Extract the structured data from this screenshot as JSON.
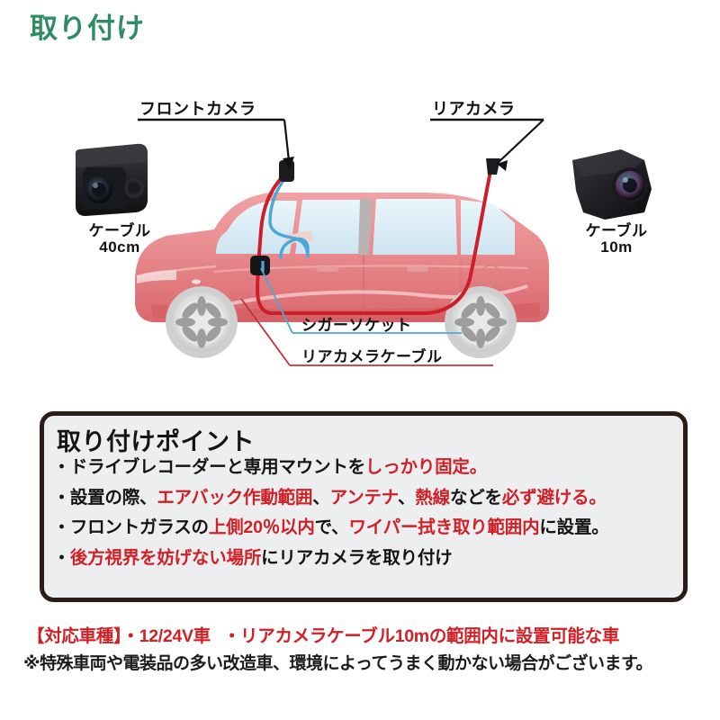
{
  "page": {
    "title": "取り付け",
    "title_color": "#2e8b62",
    "background": "#ffffff"
  },
  "diagram": {
    "labels": {
      "front_camera": "フロントカメラ",
      "rear_camera": "リアカメラ",
      "front_cable_name": "ケーブル",
      "front_cable_length": "40cm",
      "rear_cable_name": "ケーブル",
      "rear_cable_length": "10m",
      "cigar_socket": "シガーソケット",
      "rear_camera_cable": "リアカメラケーブル"
    },
    "colors": {
      "car_body": "#e8868a",
      "car_body_dark": "#d9676d",
      "glass": "#d9ecf5",
      "wheel": "#e3e3e3",
      "wheel_spoke": "#9d9d9d",
      "rear_cable_line": "#cc1f2a",
      "socket_cable_line": "#4aa8d8",
      "camera_body": "#232326",
      "leader_line": "#111111"
    }
  },
  "info_box": {
    "heading": "取り付けポイント",
    "border_color": "#2b1c18",
    "background": "#eceef0",
    "highlight_color": "#d12026",
    "bullets": [
      {
        "marker": "・",
        "segments": [
          {
            "text": "ドライブレコーダーと専用マウントを",
            "highlight": false
          },
          {
            "text": "しっかり固定。",
            "highlight": true
          }
        ]
      },
      {
        "marker": "・",
        "segments": [
          {
            "text": "設置の際、",
            "highlight": false
          },
          {
            "text": "エアバック作動範囲",
            "highlight": true
          },
          {
            "text": "、",
            "highlight": false
          },
          {
            "text": "アンテナ",
            "highlight": true
          },
          {
            "text": "、",
            "highlight": false
          },
          {
            "text": "熱線",
            "highlight": true
          },
          {
            "text": "などを",
            "highlight": false
          },
          {
            "text": "必ず避ける。",
            "highlight": true
          }
        ]
      },
      {
        "marker": "・",
        "segments": [
          {
            "text": "フロントガラスの",
            "highlight": false
          },
          {
            "text": "上側20％以内",
            "highlight": true
          },
          {
            "text": "で、",
            "highlight": false
          },
          {
            "text": "ワイパー拭き取り範囲内",
            "highlight": true
          },
          {
            "text": "に設置。",
            "highlight": false
          }
        ]
      },
      {
        "marker": "・",
        "segments": [
          {
            "text": "後方視界を妨げない場所",
            "highlight": true
          },
          {
            "text": "にリアカメラを取り付け",
            "highlight": false
          }
        ]
      }
    ]
  },
  "footer": {
    "compatible_label": "【対応車種】",
    "compatible_item1": "・12/24V車",
    "compatible_item2": "・リアカメラケーブル10mの範囲内に設置可能な車",
    "compatible_color": "#d12026",
    "note": "※特殊車両や電装品の多い改造車、環境によってうまく動かない場合がございます。",
    "note_color": "#1b1b1b"
  }
}
